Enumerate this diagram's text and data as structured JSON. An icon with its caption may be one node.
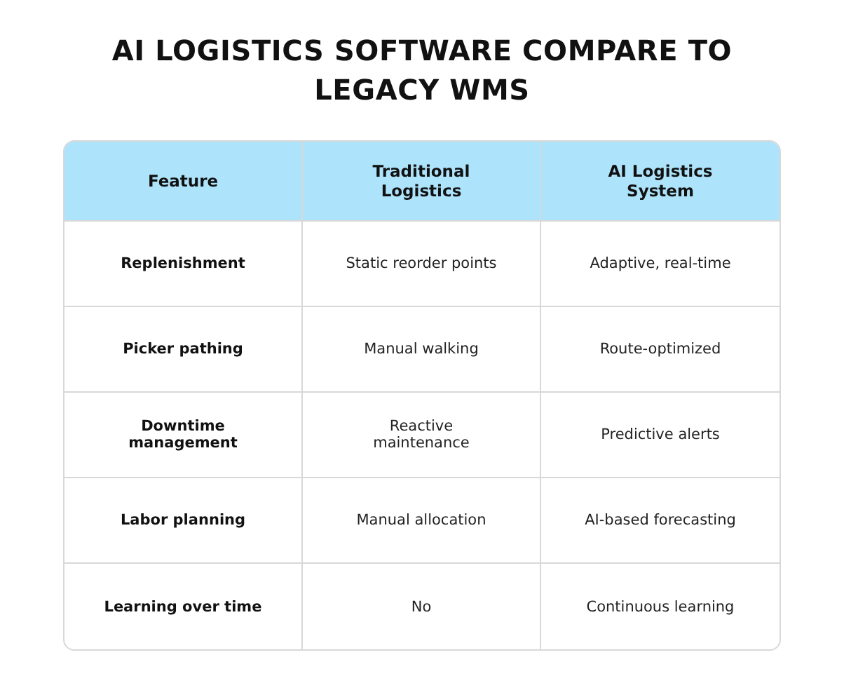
{
  "diagram": {
    "title": "AI LOGISTICS SOFTWARE COMPARE TO LEGACY WMS",
    "labels": [
      "Feature",
      "Traditional Logistics",
      "AI Logistics System",
      "Replenishment",
      "Static reorder points",
      "Adaptive, real-time",
      "Picker pathing",
      "Manual walking",
      "Route-optimized",
      "Downtime management",
      "Reactive maintenance",
      "Predictive alerts",
      "Labor planning",
      "Manual allocation",
      "AI-based forecasting",
      "Learning over time",
      "No",
      "Continuous learning"
    ]
  }
}
